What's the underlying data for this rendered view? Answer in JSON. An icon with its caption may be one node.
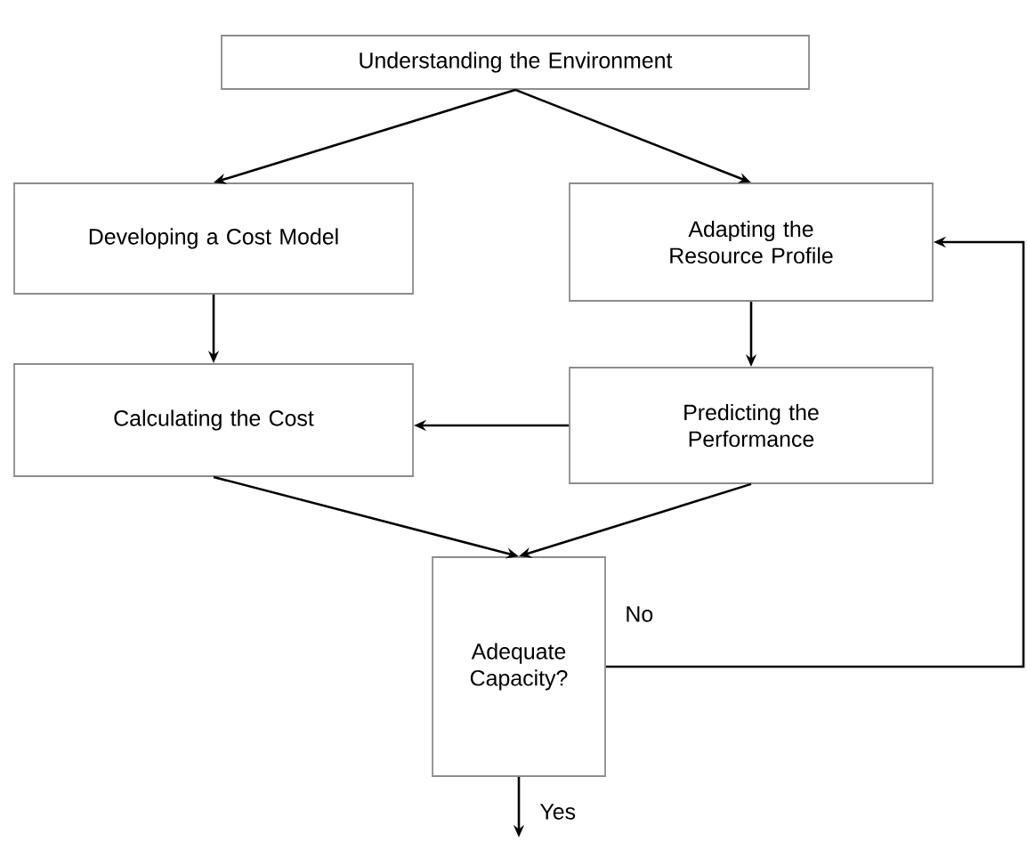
{
  "diagram": {
    "nodes": [
      {
        "text": [
          "Understanding the Environment"
        ]
      },
      {
        "text": [
          "Developing a Cost Model"
        ]
      },
      {
        "text": [
          "Adapting the Resource Profile"
        ]
      },
      {
        "text": [
          "Calculating the Cost"
        ]
      },
      {
        "text": [
          "Predicting the Performance"
        ]
      },
      {
        "text": [
          "Adequate Capacity?"
        ]
      }
    ],
    "edges": [
      {
        "from": 0,
        "to": 1,
        "arrow": "to"
      },
      {
        "from": 0,
        "to": 2,
        "arrow": "to"
      },
      {
        "from": 1,
        "to": 3,
        "arrow": "to"
      },
      {
        "from": 2,
        "to": 4,
        "arrow": "to"
      },
      {
        "from": 4,
        "to": 3,
        "arrow": "to"
      },
      {
        "from": 3,
        "to": 5,
        "arrow": "to"
      },
      {
        "from": 4,
        "to": 5,
        "arrow": "to"
      },
      {
        "from": 5,
        "to": 2,
        "arrow": "to",
        "label": "No"
      },
      {
        "from": 5,
        "to": null,
        "arrow": "to",
        "label": "Yes"
      }
    ]
  }
}
